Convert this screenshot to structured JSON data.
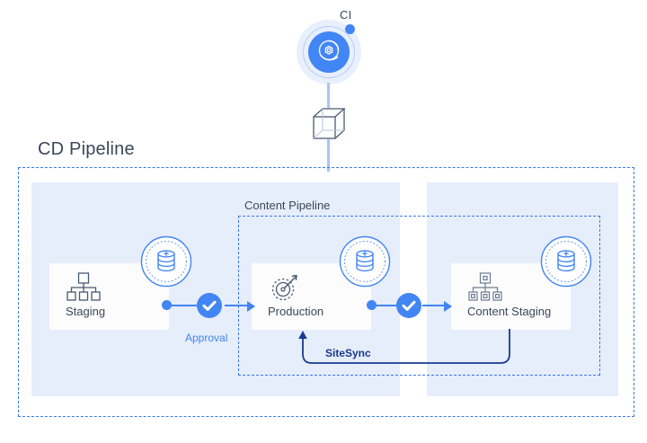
{
  "diagram": {
    "ci": {
      "label": "CI",
      "icon": "ci-gear-orbit-icon",
      "accent_color": "#4285f4",
      "glow_color": "#e8effd"
    },
    "cube": {
      "icon": "wireframe-cube-icon",
      "color": "#4a5a72"
    },
    "connector_color": "#a8c5f8",
    "cd_pipeline": {
      "title": "CD Pipeline",
      "border_color": "#3b78e7",
      "panel_color": "#e6edfb"
    },
    "content_pipeline": {
      "title": "Content Pipeline",
      "border_color": "#3b78e7"
    },
    "stages": [
      {
        "id": "staging",
        "label": "Staging",
        "icon": "sitemap-icon",
        "db_badge": "database-plus-icon"
      },
      {
        "id": "production",
        "label": "Production",
        "icon": "speedometer-icon",
        "db_badge": "database-plus-icon"
      },
      {
        "id": "content-staging",
        "label": "Content Staging",
        "icon": "content-sitemap-icon",
        "db_badge": "database-plus-icon"
      }
    ],
    "gates": [
      {
        "id": "approval",
        "label": "Approval",
        "icon": "check-circle-icon",
        "color": "#4285f4"
      },
      {
        "id": "gate-2",
        "label": "",
        "icon": "check-circle-icon",
        "color": "#4285f4"
      }
    ],
    "sitesync": {
      "label": "SiteSync",
      "color": "#1a3a8f",
      "from": "content-staging",
      "to": "production"
    },
    "text_color": "#3c4858"
  }
}
